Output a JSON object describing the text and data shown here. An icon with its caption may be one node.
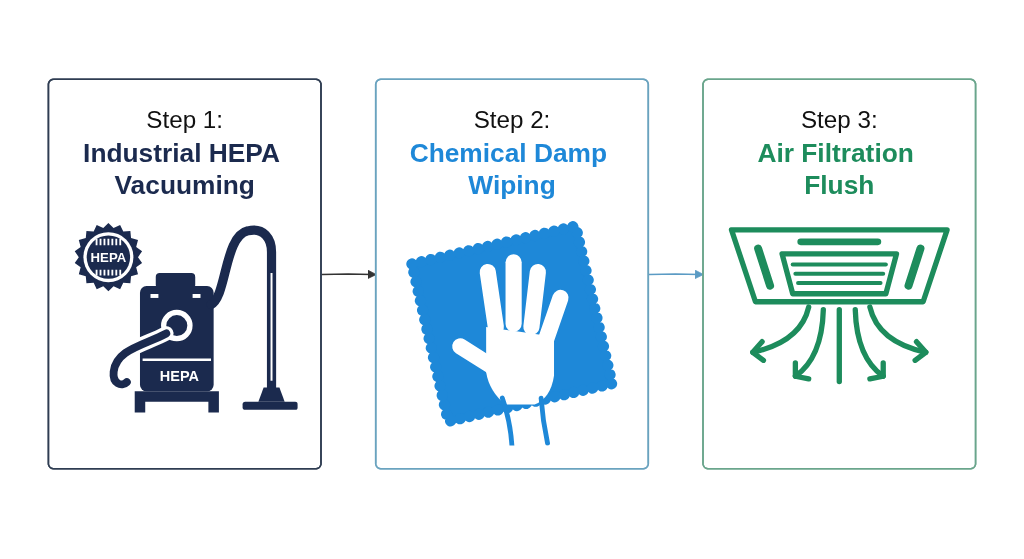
{
  "diagram": {
    "nodes": [
      {
        "text": [
          "Step 1:",
          "Industrial HEPA Vacuuming"
        ]
      },
      {
        "text": [
          "Step 2:",
          "Chemical Damp Wiping"
        ]
      },
      {
        "text": [
          "Step 3:",
          "Air Filtration Flush"
        ]
      }
    ],
    "edges": [
      {
        "from": 0,
        "to": 1,
        "arrow": "to"
      },
      {
        "from": 1,
        "to": 2,
        "arrow": "to",
        "color": "#5b9bc4"
      }
    ],
    "labels": [
      "HEPA",
      "HEPA"
    ]
  }
}
